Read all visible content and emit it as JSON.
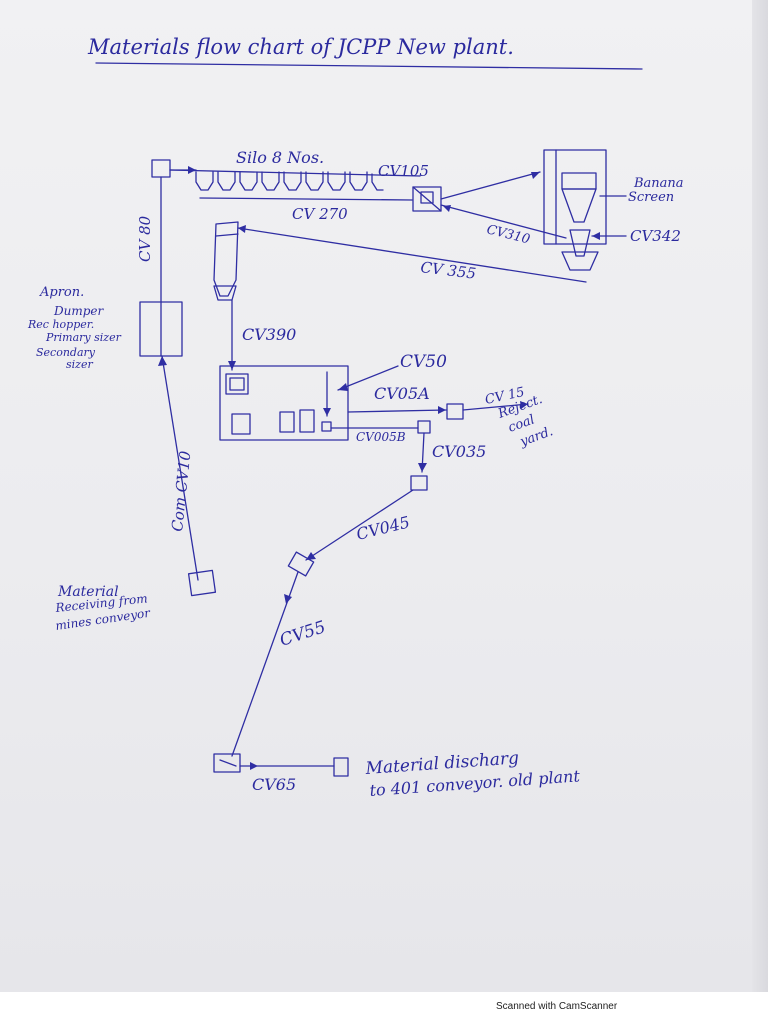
{
  "title": "Materials flow chart of JCPP New plant.",
  "footer": "Scanned with CamScanner",
  "labels": {
    "silo": "Silo 8 Nos.",
    "cv105": "CV105",
    "cv270": "CV 270",
    "cv310": "CV310",
    "banana_screen_1": "Banana",
    "banana_screen_2": "Screen",
    "cv342": "CV342",
    "cv355": "CV 355",
    "cv80": "CV 80",
    "apron_1": "Apron.",
    "apron_2": "Dumper",
    "apron_3": "Rec hopper.",
    "apron_4": "Primary sizer",
    "apron_5": "Secondary",
    "apron_6": "sizer",
    "cv390": "CV390",
    "cv50": "CV50",
    "cv05a": "CV05A",
    "cv15_1": "CV 15",
    "cv15_2": "Reject.",
    "cv15_3": "coal",
    "cv15_4": "yard.",
    "cv005b": "CV005B",
    "cv035": "CV035",
    "cv10": "Com CV10",
    "cv045": "CV045",
    "receiving_1": "Material",
    "receiving_2": "Receiving from",
    "receiving_3": "mines conveyor",
    "cv55": "CV55",
    "cv65": "CV65",
    "discharge_1": "Material discharg",
    "discharge_2": "to 401 conveyor. old plant"
  },
  "colors": {
    "ink": "#2f2ea3",
    "paper": "#efeff2"
  }
}
